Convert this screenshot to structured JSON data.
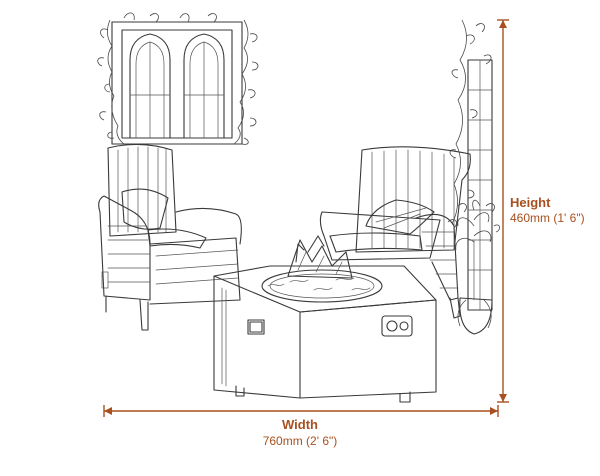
{
  "dimensions": {
    "height": {
      "label": "Height",
      "value": "460mm (1' 6\")"
    },
    "width": {
      "label": "Width",
      "value": "760mm (2' 6\")"
    }
  },
  "colors": {
    "dimension_accent": "#a8501f",
    "line_art": "#3a3a3a",
    "background": "#ffffff"
  }
}
